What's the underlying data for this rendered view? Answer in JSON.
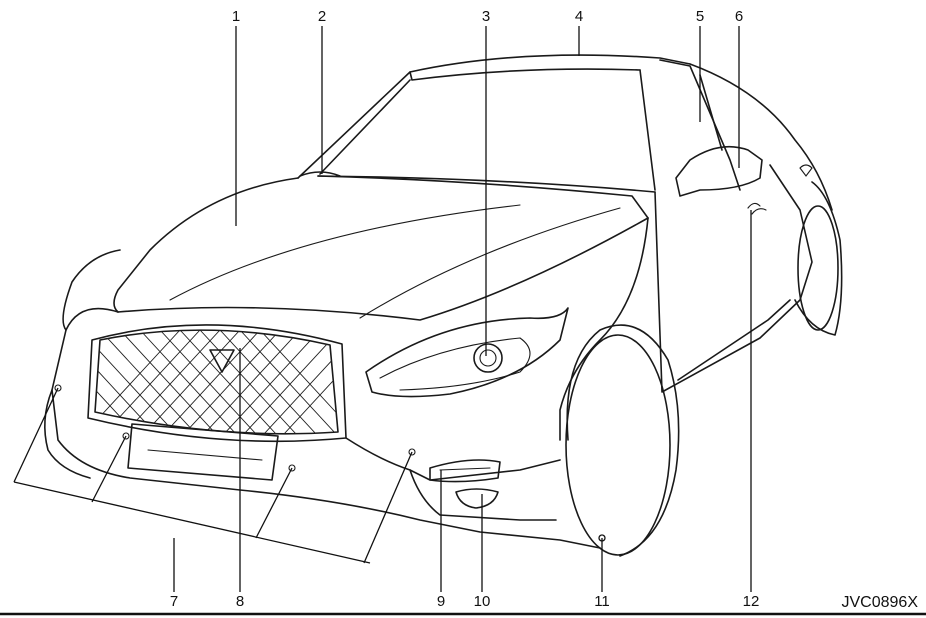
{
  "figure": {
    "code": "JVC0896X",
    "callouts": [
      "1",
      "2",
      "3",
      "4",
      "5",
      "6",
      "7",
      "8",
      "9",
      "10",
      "11",
      "12"
    ]
  }
}
